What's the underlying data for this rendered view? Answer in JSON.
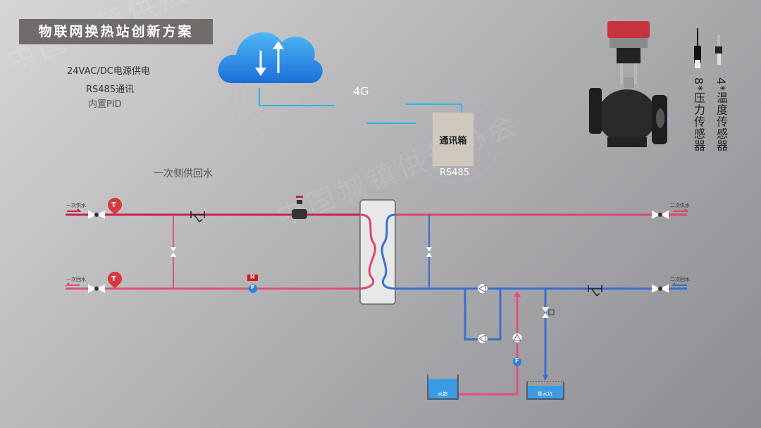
{
  "title": "物联网换热站创新方案",
  "watermark": "中国城镇供热协会",
  "specs": [
    "24VAC/DC电源供电",
    "RS485通讯",
    "内置PID"
  ],
  "network": {
    "wireless": "4G",
    "comm_box": "通讯箱",
    "bus": "RS485"
  },
  "section_label": "一次侧供回水",
  "products": {
    "pressure_sensor": "8*压力传感器",
    "temp_sensor": "4*温度传感器"
  },
  "pipes": {
    "primary_supply": "一次供水",
    "primary_return": "一次回水",
    "secondary_supply": "二次供水",
    "secondary_return": "二次回水"
  },
  "instruments": {
    "temp": "T",
    "heat_meter": "H",
    "flow": "F"
  },
  "tanks": {
    "water_tank": "水箱",
    "sump": "集水坑"
  },
  "colors": {
    "supply": "#c8234a",
    "return_primary": "#e0507a",
    "return_secondary": "#3a6fd0",
    "accent": "#28b8e0"
  }
}
